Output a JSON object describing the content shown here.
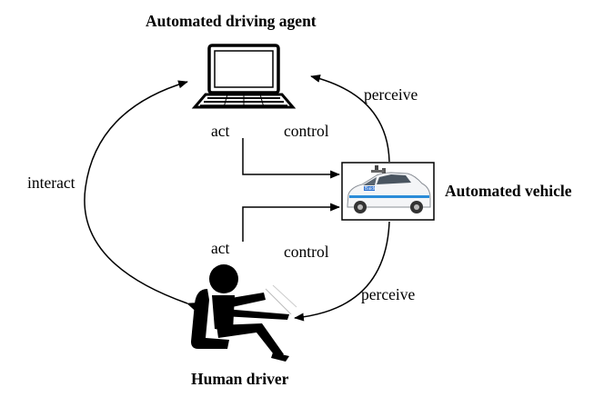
{
  "nodes": {
    "agent": "Automated driving agent",
    "vehicle": "Automated vehicle",
    "driver": "Human driver"
  },
  "edges": {
    "agent_act": "act",
    "agent_control": "control",
    "agent_perceive": "perceive",
    "driver_act": "act",
    "driver_control": "control",
    "driver_perceive": "perceive",
    "interact": "interact"
  },
  "vehicle_decal": "Baidu"
}
